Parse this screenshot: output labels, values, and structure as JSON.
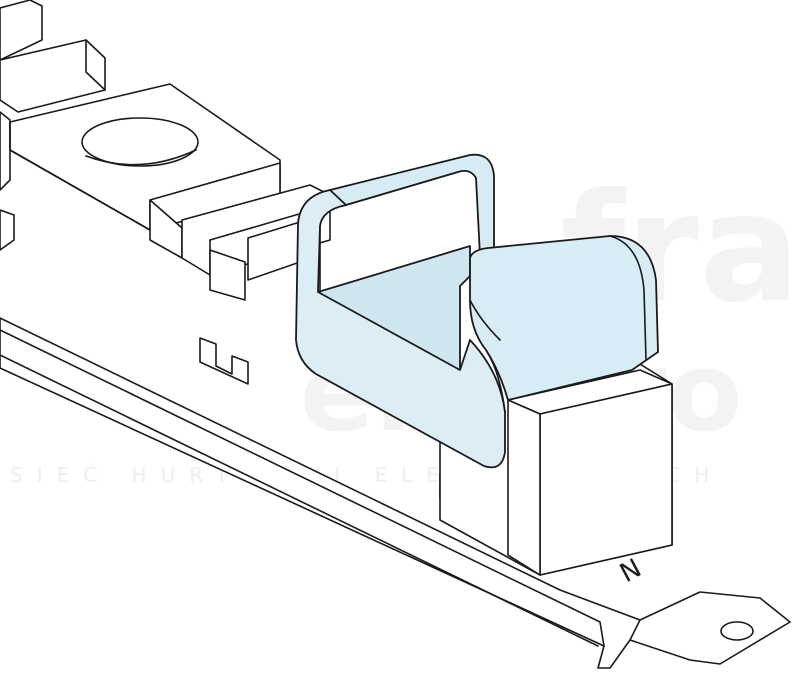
{
  "drawing": {
    "marking_text": "N"
  },
  "watermark": {
    "brand_line_1": "fra",
    "brand_line_2": "elektro",
    "tagline": "SIEĆ HURTOWNI ELEKTRYCZNYCH"
  },
  "colors": {
    "clip_fill": "#d8ecf4",
    "clip_fill_light": "#e6f3f9",
    "outline": "#1a1a1a",
    "watermark": "#f2f2f2"
  }
}
